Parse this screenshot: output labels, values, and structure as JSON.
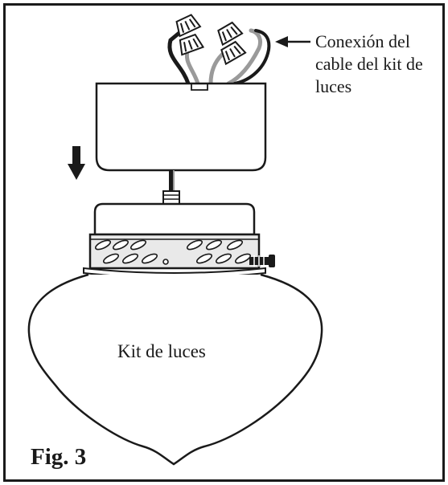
{
  "figure": {
    "fig_label": "Fig. 3",
    "callout": {
      "lines": [
        "Conexión del",
        "cable del kit de",
        "luces"
      ]
    },
    "body_label": "Kit de luces"
  },
  "colors": {
    "outline": "#1a1a1a",
    "wire_gray": "#9a9a9a",
    "fill": "#ffffff"
  }
}
